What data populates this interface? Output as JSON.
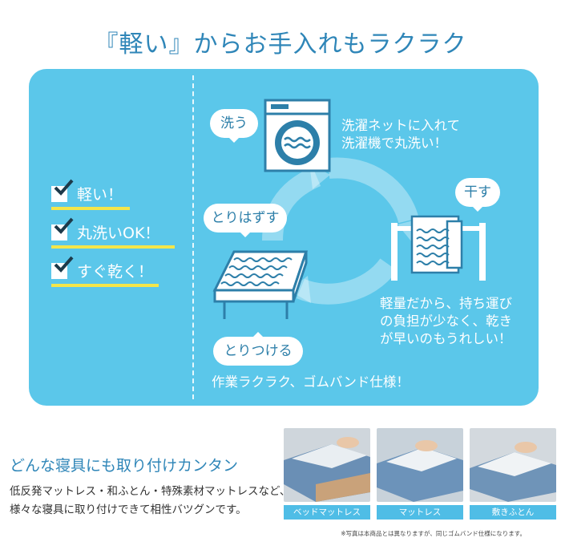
{
  "headline": "『軽い』からお手入れもラクラク",
  "checklist": [
    {
      "label": "軽い！"
    },
    {
      "label": "丸洗いOK！"
    },
    {
      "label": "すぐ乾く！"
    }
  ],
  "steps": {
    "wash": {
      "bubble": "洗う",
      "caption_line1": "洗濯ネットに入れて",
      "caption_line2": "洗濯機で丸洗い！"
    },
    "dry": {
      "bubble": "干す",
      "caption_line1": "軽量だから、持ち運び",
      "caption_line2": "の負担が少なく、乾き",
      "caption_line3": "が早いのもうれしい！"
    },
    "remove": {
      "bubble": "とりはずす"
    },
    "attach": {
      "bubble": "とりつける",
      "caption": "作業ラクラク、ゴムバンド仕様！"
    }
  },
  "section2": {
    "title": "どんな寝具にも取り付けカンタン",
    "desc_line1": "低反発マットレス・和ふとん・特殊素材マットレスなど、",
    "desc_line2": "様々な寝具に取り付けできて相性バツグンです。"
  },
  "photos": [
    {
      "label": "ベッドマットレス"
    },
    {
      "label": "マットレス"
    },
    {
      "label": "敷きふとん"
    }
  ],
  "note": "※写真は本商品とは異なりますが、同じゴムバンド仕様になります。",
  "colors": {
    "panel": "#5bc7ea",
    "accent_text": "#2f86b8",
    "underline": "#f4e64a",
    "label_bar": "#4fbde6"
  },
  "icons": [
    "checkbox-icon",
    "washing-machine-icon",
    "drying-rack-icon",
    "mattress-icon",
    "cycle-arrows-icon"
  ]
}
